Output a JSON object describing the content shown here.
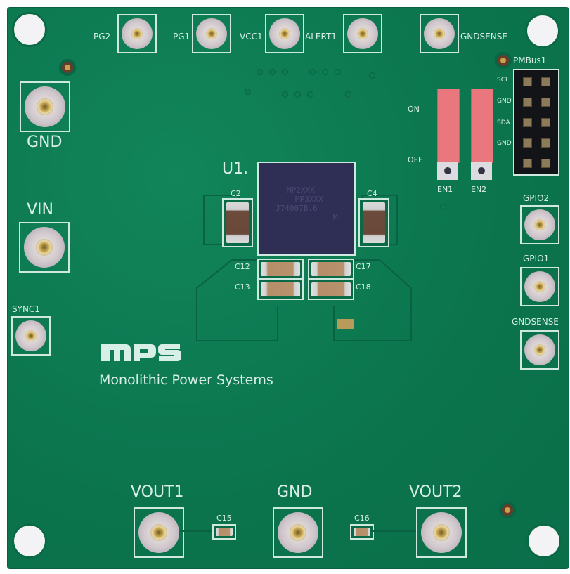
{
  "board": {
    "manufacturer_logo": "mps",
    "manufacturer_name": "Monolithic Power Systems",
    "colors": {
      "pcb": "#0d7a52",
      "silkscreen": "#d8efe8",
      "switch": "#e9777d",
      "ic": "#2f2f55"
    }
  },
  "test_points_top": [
    {
      "label": "PG2"
    },
    {
      "label": "PG1"
    },
    {
      "label": "VCC1"
    },
    {
      "label": "ALERT1"
    },
    {
      "label": "GNDSENSE"
    }
  ],
  "test_points_left": [
    {
      "label": "GND"
    },
    {
      "label": "VIN"
    },
    {
      "label": "SYNC1"
    }
  ],
  "test_points_right": [
    {
      "label": "GPIO2"
    },
    {
      "label": "GPIO1"
    },
    {
      "label": "GNDSENSE"
    }
  ],
  "test_points_bottom": [
    {
      "label": "VOUT1"
    },
    {
      "label": "GND"
    },
    {
      "label": "VOUT2"
    }
  ],
  "ic": {
    "designator": "U1.",
    "marking": [
      "MP2XXX",
      "MP3XXX",
      "J74007B.6",
      "M"
    ]
  },
  "capacitors": {
    "c2": "C2",
    "c4": "C4",
    "c12": "C12",
    "c13": "C13",
    "c17": "C17",
    "c18": "C18",
    "c15": "C15",
    "c16": "C16"
  },
  "switches": {
    "on_label": "ON",
    "off_label": "OFF",
    "items": [
      {
        "label": "EN1"
      },
      {
        "label": "EN2"
      }
    ]
  },
  "pmbus": {
    "title": "PMBus1",
    "pins": [
      "SCL",
      "GND",
      "SDA",
      "GND"
    ]
  }
}
